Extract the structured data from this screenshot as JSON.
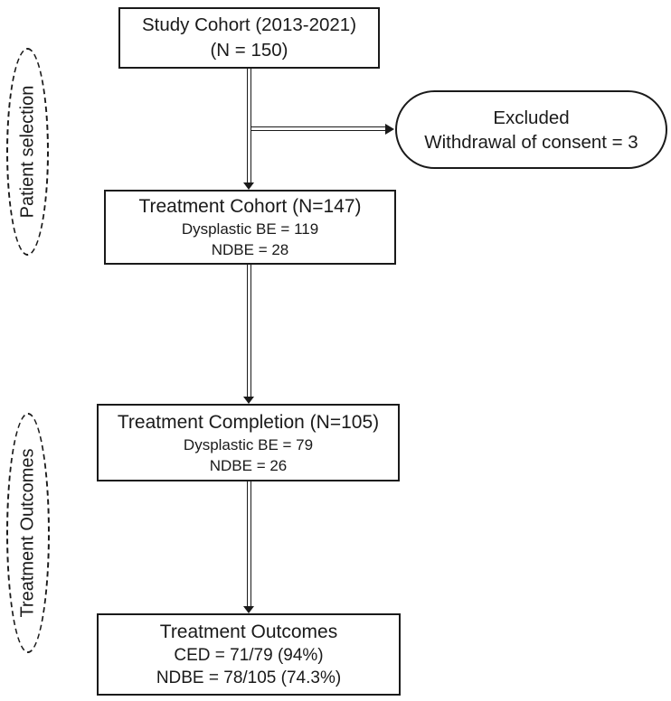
{
  "diagram": {
    "type": "flowchart",
    "stages": [
      {
        "label": "Patient selection"
      },
      {
        "label": "Treatment Outcomes"
      }
    ],
    "nodes": {
      "study_cohort": {
        "lines": [
          "Study Cohort (2013-2021)",
          "(N = 150)"
        ]
      },
      "excluded": {
        "lines": [
          "Excluded",
          "Withdrawal of consent = 3"
        ]
      },
      "treatment_cohort": {
        "title": "Treatment Cohort (N=147)",
        "lines": [
          "Dysplastic BE = 119",
          "NDBE = 28"
        ]
      },
      "treatment_completion": {
        "title": "Treatment Completion (N=105)",
        "lines": [
          "Dysplastic BE = 79",
          "NDBE = 26"
        ]
      },
      "treatment_outcomes": {
        "title": "Treatment Outcomes",
        "lines": [
          "CED = 71/79 (94%)",
          "NDBE = 78/105 (74.3%)"
        ]
      }
    },
    "colors": {
      "stroke": "#1a1a1a",
      "text": "#1a1a1a",
      "background": "#ffffff"
    }
  }
}
